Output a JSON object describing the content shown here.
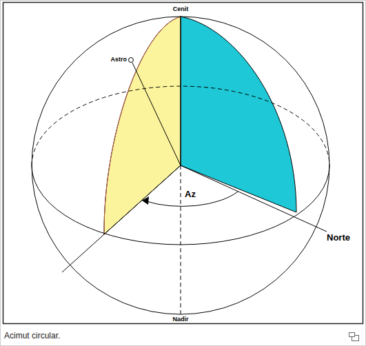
{
  "diagram": {
    "caption": "Acimut circular.",
    "labels": [
      "Cenit",
      "Astro",
      "Az",
      "Norte",
      "Nadir"
    ]
  }
}
